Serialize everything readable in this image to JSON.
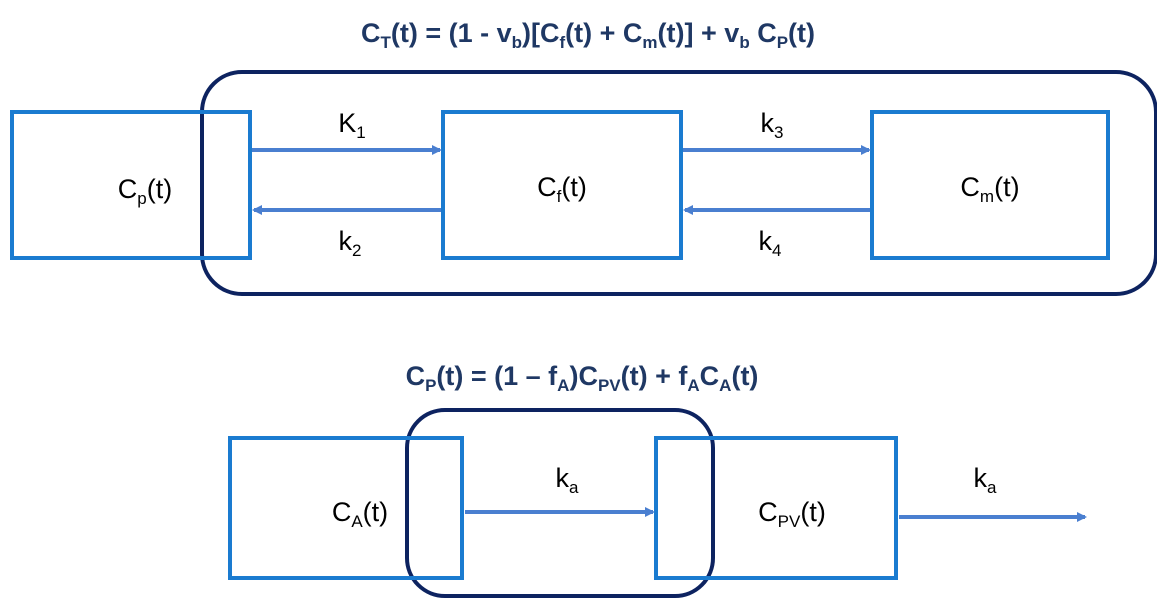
{
  "colors": {
    "equation": "#1f3864",
    "compartment_border": "#1a7bd0",
    "group_border": "#0d2360",
    "arrow": "#4a7fd0",
    "label": "#000000"
  },
  "equations": {
    "tissue": {
      "p1": "C",
      "p1_sub": "T",
      "p2": "(t) = (1 - v",
      "p2_sub": "b",
      "p3": ")[C",
      "p3_sub": "f",
      "p4": "(t) + C",
      "p4_sub": "m",
      "p5": "(t)] + v",
      "p5_sub": "b",
      "p6": " C",
      "p6_sub": "P",
      "p7": "(t)"
    },
    "plasma": {
      "p1": "C",
      "p1_sub": "P",
      "p2": "(t) = (1 – f",
      "p2_sub": "A",
      "p3": ")C",
      "p3_sub": "PV",
      "p4": "(t) + f",
      "p4_sub": "A",
      "p5": "C",
      "p5_sub": "A",
      "p6": "(t)"
    }
  },
  "compartments": {
    "plasma": {
      "main": "C",
      "sub": "p",
      "tail": "(t)"
    },
    "free": {
      "main": "C",
      "sub": "f",
      "tail": "(t)"
    },
    "metabolized": {
      "main": "C",
      "sub": "m",
      "tail": "(t)"
    },
    "arterial": {
      "main": "C",
      "sub": "A",
      "tail": "(t)"
    },
    "portal_vein": {
      "main": "C",
      "sub": "PV",
      "tail": "(t)"
    }
  },
  "rates": {
    "K1": {
      "main": "K",
      "sub": "1"
    },
    "k2": {
      "main": "k",
      "sub": "2"
    },
    "k3": {
      "main": "k",
      "sub": "3"
    },
    "k4": {
      "main": "k",
      "sub": "4"
    },
    "ka_inner": {
      "main": "k",
      "sub": "a"
    },
    "ka_outer": {
      "main": "k",
      "sub": "a"
    }
  }
}
